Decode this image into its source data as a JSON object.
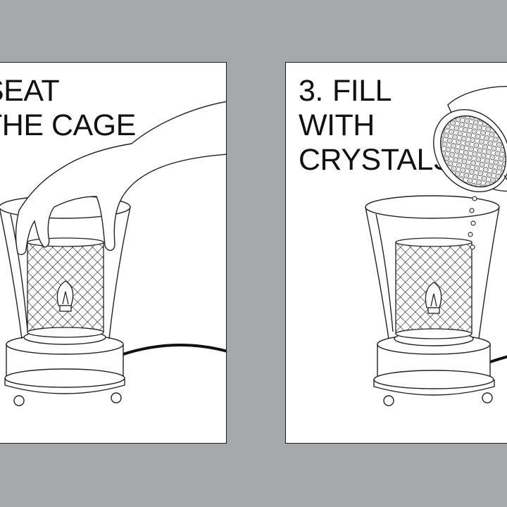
{
  "panels": [
    {
      "id": "step-2",
      "text": "SEAT\nTHE CAGE"
    },
    {
      "id": "step-3",
      "number": "3.",
      "text": "FILL\nWITH\nCRYSTALS"
    }
  ],
  "colors": {
    "background": "#a7a8ac",
    "panel": "#ffffff",
    "line": "#1a1a1a"
  }
}
